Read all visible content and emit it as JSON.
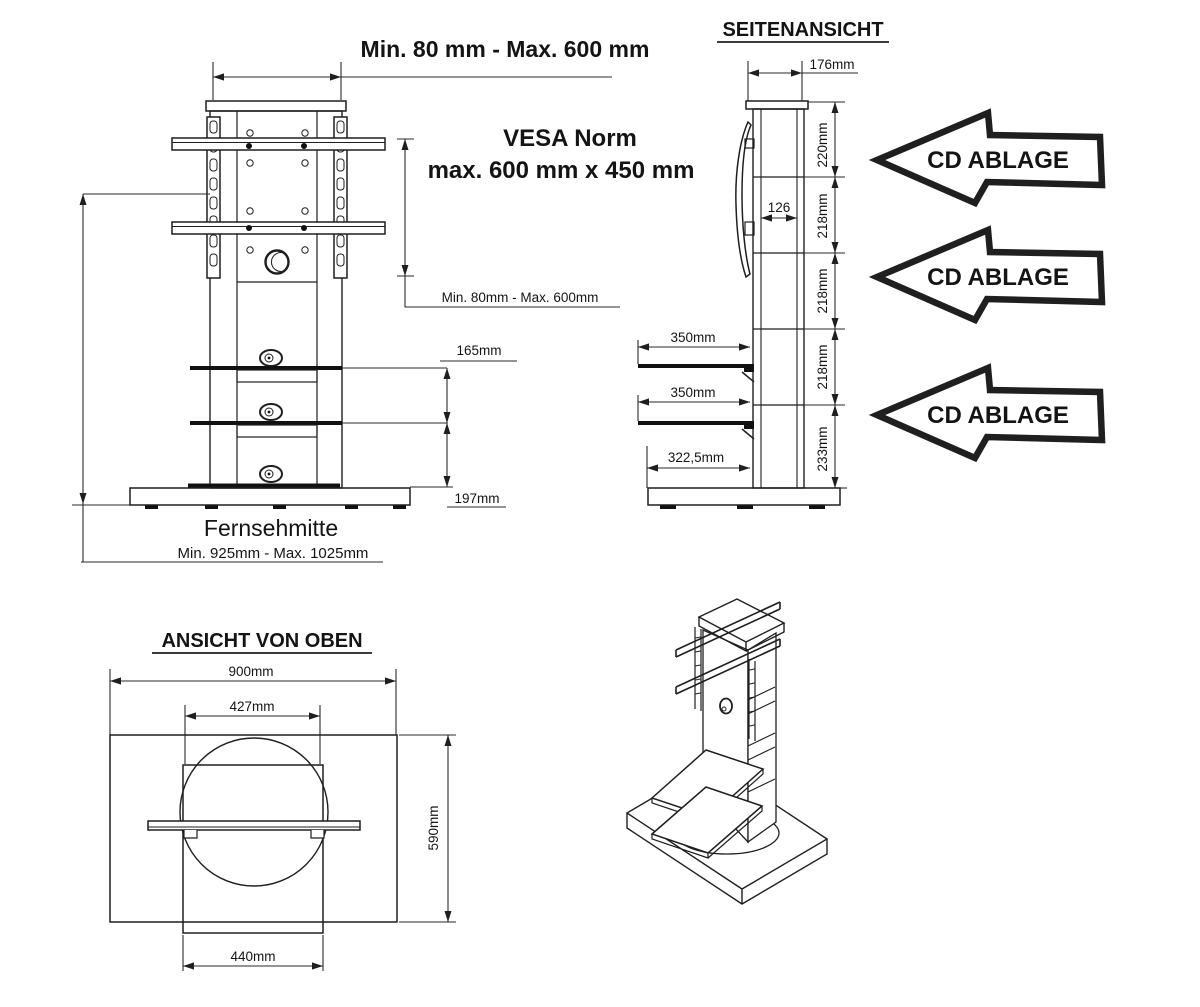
{
  "colors": {
    "background": "#ffffff",
    "line": "#1f1f1f",
    "text": "#141414"
  },
  "front_view": {
    "top_dim_label": "Min. 80 mm - Max. 600 mm",
    "vesa_title": "VESA Norm",
    "vesa_subtitle": "max. 600 mm x 450 mm",
    "vesa_height_label": "Min. 80mm - Max. 600mm",
    "shelf_gap_label": "165mm",
    "base_gap_label": "197mm",
    "tv_center_label": "Fernsehmitte",
    "tv_center_range": "Min. 925mm - Max. 1025mm"
  },
  "side_view": {
    "title": "SEITENANSICHT",
    "depth_label": "176mm",
    "inner_depth_label": "126",
    "segment_labels": [
      "220mm",
      "218mm",
      "218mm",
      "218mm",
      "233mm"
    ],
    "shelf_depth_labels": [
      "350mm",
      "350mm"
    ],
    "base_depth_label": "322,5mm"
  },
  "cd_arrows": {
    "label": "CD ABLAGE"
  },
  "top_view": {
    "title": "ANSICHT VON OBEN",
    "width_label": "900mm",
    "inner_width_label": "427mm",
    "depth_label": "590mm",
    "bottom_width_label": "440mm"
  }
}
